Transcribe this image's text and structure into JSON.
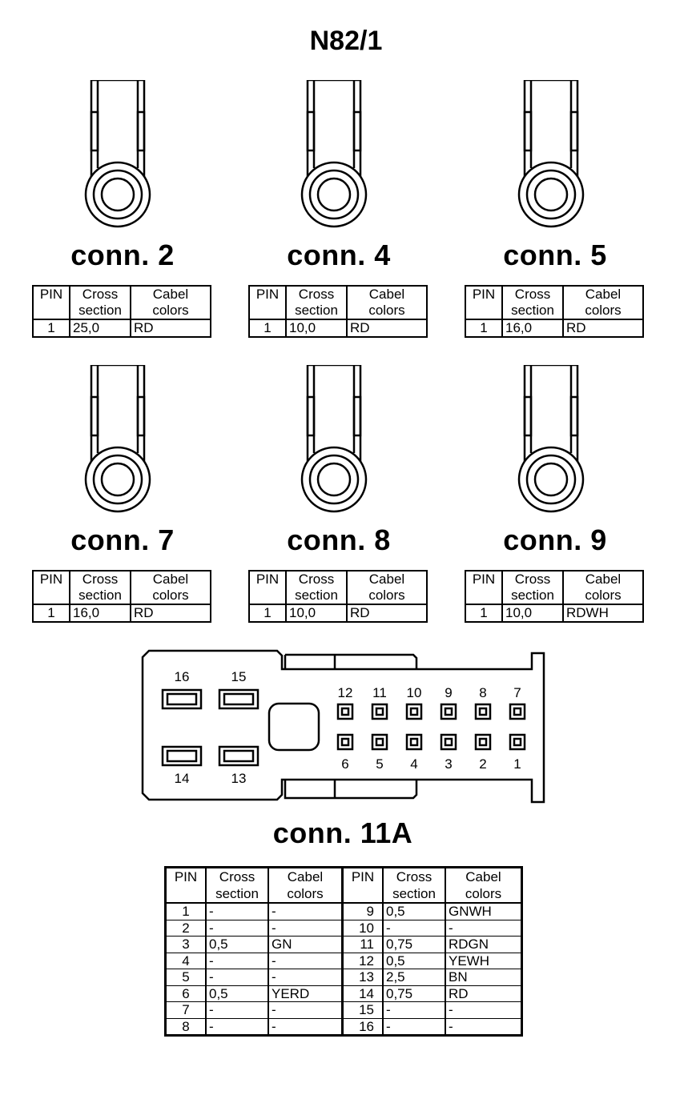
{
  "title": "N82/1",
  "headers": {
    "pin": "PIN",
    "cross1": "Cross",
    "cross2": "section",
    "cabel1": "Cabel",
    "cabel2": "colors"
  },
  "connectors": [
    {
      "label": "conn. 2",
      "pin": "1",
      "cross": "25,0",
      "color": "RD"
    },
    {
      "label": "conn. 4",
      "pin": "1",
      "cross": "10,0",
      "color": "RD"
    },
    {
      "label": "conn. 5",
      "pin": "1",
      "cross": "16,0",
      "color": "RD"
    },
    {
      "label": "conn. 7",
      "pin": "1",
      "cross": "16,0",
      "color": "RD"
    },
    {
      "label": "conn. 8",
      "pin": "1",
      "cross": "10,0",
      "color": "RD"
    },
    {
      "label": "conn. 9",
      "pin": "1",
      "cross": "10,0",
      "color": "RDWH"
    }
  ],
  "plug": {
    "label": "conn. 11A",
    "top_labels": [
      "16",
      "15"
    ],
    "bottom_labels": [
      "14",
      "13"
    ],
    "upper_row": [
      "12",
      "11",
      "10",
      "9",
      "8",
      "7"
    ],
    "lower_row": [
      "6",
      "5",
      "4",
      "3",
      "2",
      "1"
    ]
  },
  "big_table": {
    "rows": [
      {
        "pin": "1",
        "cross": "-",
        "color": "-",
        "pin2": "9",
        "cross2": "0,5",
        "color2": "GNWH"
      },
      {
        "pin": "2",
        "cross": "-",
        "color": "-",
        "pin2": "10",
        "cross2": "-",
        "color2": "-"
      },
      {
        "pin": "3",
        "cross": "0,5",
        "color": "GN",
        "pin2": "11",
        "cross2": "0,75",
        "color2": "RDGN"
      },
      {
        "pin": "4",
        "cross": "-",
        "color": "-",
        "pin2": "12",
        "cross2": "0,5",
        "color2": "YEWH"
      },
      {
        "pin": "5",
        "cross": "-",
        "color": "-",
        "pin2": "13",
        "cross2": "2,5",
        "color2": "BN"
      },
      {
        "pin": "6",
        "cross": "0,5",
        "color": "YERD",
        "pin2": "14",
        "cross2": "0,75",
        "color2": "RD"
      },
      {
        "pin": "7",
        "cross": "-",
        "color": "-",
        "pin2": "15",
        "cross2": "-",
        "color2": "-"
      },
      {
        "pin": "8",
        "cross": "-",
        "color": "-",
        "pin2": "16",
        "cross2": "-",
        "color2": "-"
      }
    ]
  }
}
